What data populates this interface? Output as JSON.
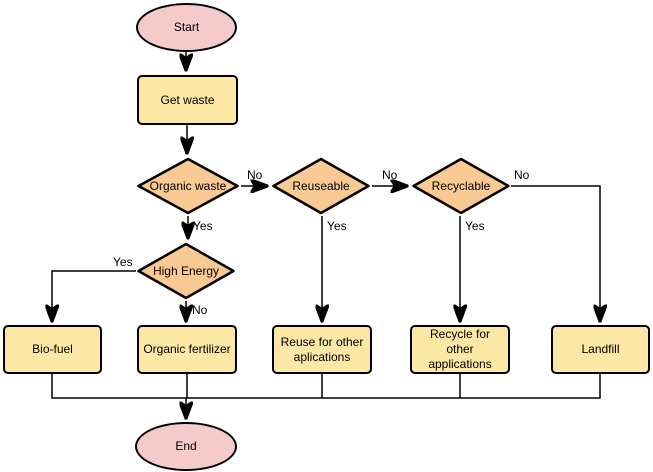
{
  "diagram": {
    "type": "flowchart",
    "nodes": {
      "start": {
        "label": "Start",
        "shape": "terminator"
      },
      "get_waste": {
        "label": "Get waste",
        "shape": "process"
      },
      "organic_waste": {
        "label": "Organic waste",
        "shape": "decision"
      },
      "reuseable": {
        "label": "Reuseable",
        "shape": "decision"
      },
      "recyclable": {
        "label": "Recyclable",
        "shape": "decision"
      },
      "high_energy": {
        "label": "High Energy",
        "shape": "decision"
      },
      "bio_fuel": {
        "label": "Bio-fuel",
        "shape": "process"
      },
      "organic_fertilizer": {
        "label": "Organic fertilizer",
        "shape": "process"
      },
      "reuse_other": {
        "label": "Reuse for other aplications",
        "shape": "process"
      },
      "recycle_other": {
        "label": "Recycle for other applications",
        "shape": "process"
      },
      "landfill": {
        "label": "Landfill",
        "shape": "process"
      },
      "end": {
        "label": "End",
        "shape": "terminator"
      }
    },
    "edges": [
      {
        "from": "start",
        "to": "get_waste",
        "label": ""
      },
      {
        "from": "get_waste",
        "to": "organic_waste",
        "label": ""
      },
      {
        "from": "organic_waste",
        "to": "reuseable",
        "label": "No"
      },
      {
        "from": "reuseable",
        "to": "recyclable",
        "label": "No"
      },
      {
        "from": "recyclable",
        "to": "landfill",
        "label": "No"
      },
      {
        "from": "organic_waste",
        "to": "high_energy",
        "label": "Yes"
      },
      {
        "from": "high_energy",
        "to": "bio_fuel",
        "label": "Yes"
      },
      {
        "from": "high_energy",
        "to": "organic_fertilizer",
        "label": "No"
      },
      {
        "from": "reuseable",
        "to": "reuse_other",
        "label": "Yes"
      },
      {
        "from": "recyclable",
        "to": "recycle_other",
        "label": "Yes"
      },
      {
        "from": "bio_fuel",
        "to": "end",
        "label": ""
      },
      {
        "from": "organic_fertilizer",
        "to": "end",
        "label": ""
      },
      {
        "from": "reuse_other",
        "to": "end",
        "label": ""
      },
      {
        "from": "recycle_other",
        "to": "end",
        "label": ""
      },
      {
        "from": "landfill",
        "to": "end",
        "label": ""
      }
    ]
  },
  "colors": {
    "terminator_fill": "#f4caca",
    "process_fill": "#fce7a4",
    "decision_fill": "#f9c993",
    "stroke": "#000000",
    "connector": "#000000",
    "background": "#ffffff",
    "label_color": "#000000"
  }
}
